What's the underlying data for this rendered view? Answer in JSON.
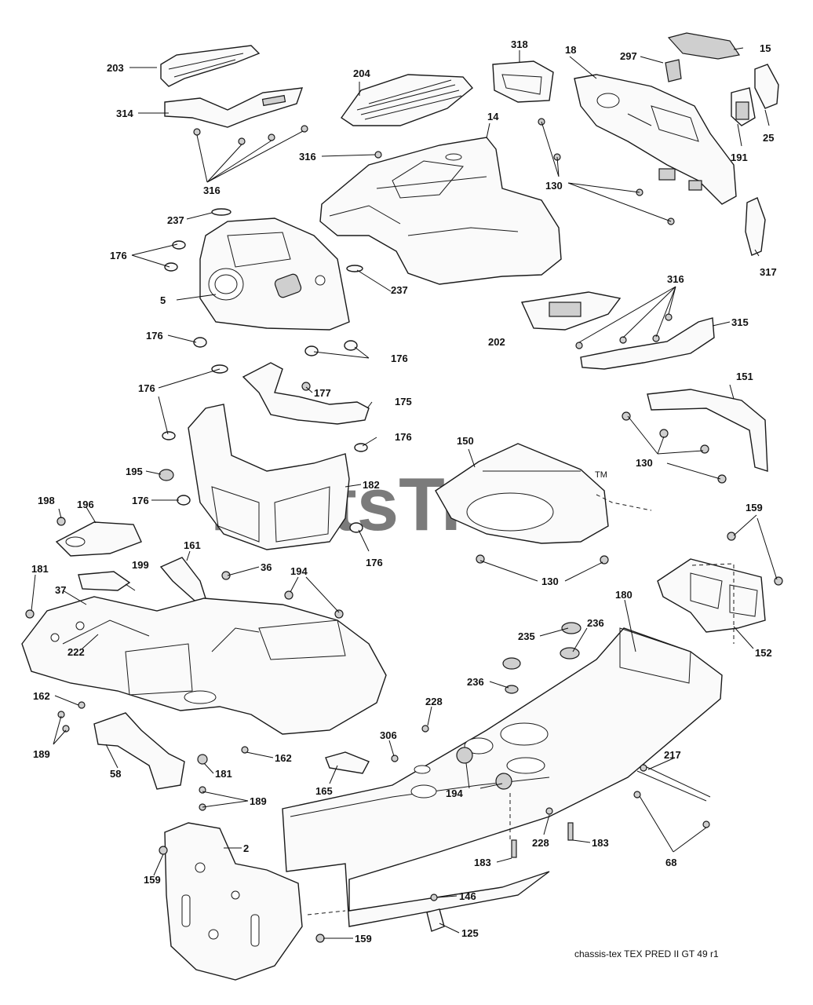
{
  "watermark": {
    "text": "PartsTree",
    "tm": "TM"
  },
  "footer": {
    "text": "chassis-tex  TEX PRED II GT  49  r1"
  },
  "labels": [
    "203",
    "314",
    "316",
    "316",
    "204",
    "318",
    "18",
    "297",
    "15",
    "25",
    "14",
    "191",
    "130",
    "237",
    "176",
    "5",
    "176",
    "176",
    "237",
    "316",
    "315",
    "202",
    "317",
    "176",
    "177",
    "175",
    "151",
    "176",
    "195",
    "182",
    "150",
    "130",
    "176",
    "198",
    "196",
    "161",
    "36",
    "194",
    "176",
    "130",
    "159",
    "199",
    "181",
    "37",
    "222",
    "180",
    "235",
    "236",
    "152",
    "236",
    "162",
    "228",
    "189",
    "306",
    "181",
    "58",
    "162",
    "189",
    "165",
    "194",
    "217",
    "228",
    "183",
    "183",
    "2",
    "68",
    "159",
    "146",
    "125",
    "159"
  ]
}
